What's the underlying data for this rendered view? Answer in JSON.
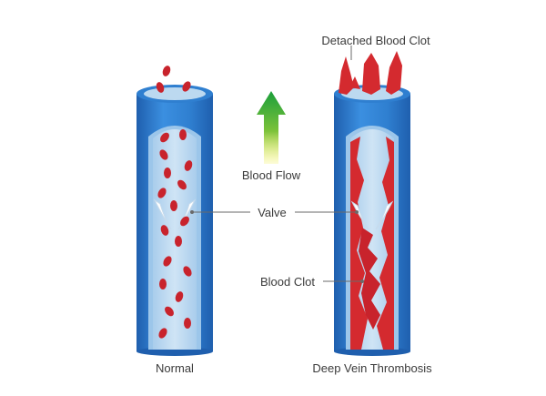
{
  "labels": {
    "detached_clot": "Detached Blood Clot",
    "blood_flow": "Blood Flow",
    "valve": "Valve",
    "blood_clot": "Blood Clot",
    "normal": "Normal",
    "dvt": "Deep Vein Thrombosis"
  },
  "icons": {
    "arrow": "up-arrow-icon"
  },
  "colors": {
    "vein_outer": "#2f7fd0",
    "vein_dark": "#1f5fae",
    "vein_lumen": "#bcd9f0",
    "vein_inner_wall": "#9cc6ea",
    "blood_cell": "#c8232c",
    "clot": "#d42a2f",
    "arrow_top": "#1a9e3a",
    "arrow_bottom": "#f4ef3a",
    "valve": "#ffffff",
    "text": "#3a3a3a"
  }
}
